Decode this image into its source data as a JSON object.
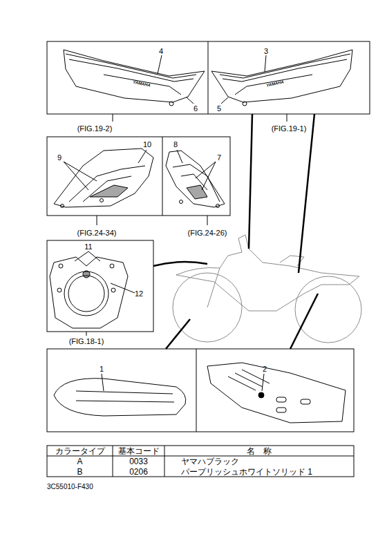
{
  "diagram": {
    "labels": [
      "4",
      "3",
      "YAMAHA",
      "YAMAHA",
      "6",
      "5",
      "(FIG.19-2)",
      "(FIG.19-1)",
      "10",
      "9",
      "8",
      "7",
      "(FIG.24-34)",
      "(FIG.24-26)",
      "11",
      "12",
      "(FIG.18-1)",
      "1",
      "2",
      "カラータイプ",
      "基本コード",
      "名　称",
      "A",
      "0033",
      "ヤマハブラック",
      "B",
      "0206",
      "パープリッシュホワイトソリッド 1",
      "3C55010-F430"
    ]
  }
}
